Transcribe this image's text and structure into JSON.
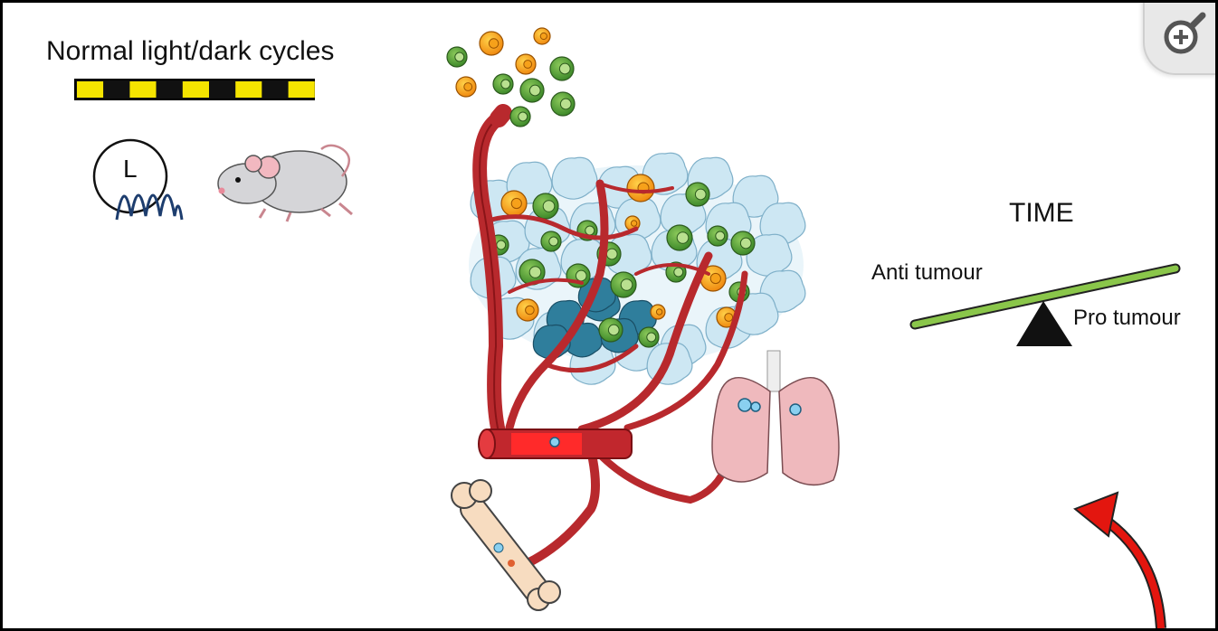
{
  "diagram": {
    "cycle_title": "Normal light/dark cycles",
    "clock_letter": "L",
    "time_label": "TIME",
    "anti_tumour_label": "Anti tumour",
    "pro_tumour_label": "Pro tumour"
  },
  "controls": {
    "zoom_icon": "zoom-in-magnifier-icon"
  },
  "colors": {
    "light_segment": "#f5e400",
    "dark_segment": "#111111",
    "seesaw_beam": "#8ac64a",
    "vessel": "#b8292d",
    "arrow": "#e3160f",
    "tumour_cell": "#cde7f3",
    "dark_tumour_cell": "#2f7e9c",
    "lung": "#efb9bd"
  }
}
